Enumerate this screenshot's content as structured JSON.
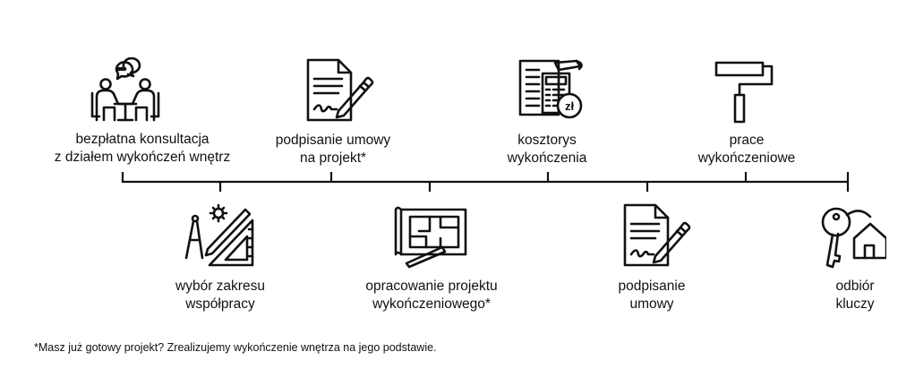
{
  "timeline": {
    "top_steps": [
      {
        "id": "consultation",
        "lines": [
          "bezpłatna konsultacja",
          "z działem wykończeń wnętrz"
        ],
        "icon": "meeting-icon"
      },
      {
        "id": "project-contract",
        "lines": [
          "podpisanie umowy",
          "na projekt*"
        ],
        "icon": "contract-signing-icon"
      },
      {
        "id": "estimate",
        "lines": [
          "kosztorys",
          "wykończenia"
        ],
        "icon": "calculator-estimate-icon"
      },
      {
        "id": "finishing-works",
        "lines": [
          "prace",
          "wykończeniowe"
        ],
        "icon": "paint-roller-icon"
      }
    ],
    "bottom_steps": [
      {
        "id": "scope",
        "lines": [
          "wybór zakresu",
          "współpracy"
        ],
        "icon": "drafting-tools-icon"
      },
      {
        "id": "design",
        "lines": [
          "opracowanie projektu",
          "wykończeniowego*"
        ],
        "icon": "floor-plan-icon"
      },
      {
        "id": "contract",
        "lines": [
          "podpisanie",
          "umowy"
        ],
        "icon": "contract-signing-icon"
      },
      {
        "id": "handover",
        "lines": [
          "odbiór",
          "kluczy"
        ],
        "icon": "house-keys-icon"
      }
    ]
  },
  "icons": {
    "currency_symbol": "zł"
  },
  "footnote": "*Masz już gotowy projekt? Zrealizujemy wykończenie wnętrza na jego podstawie.",
  "colors": {
    "line": "#111111",
    "background": "#ffffff"
  }
}
